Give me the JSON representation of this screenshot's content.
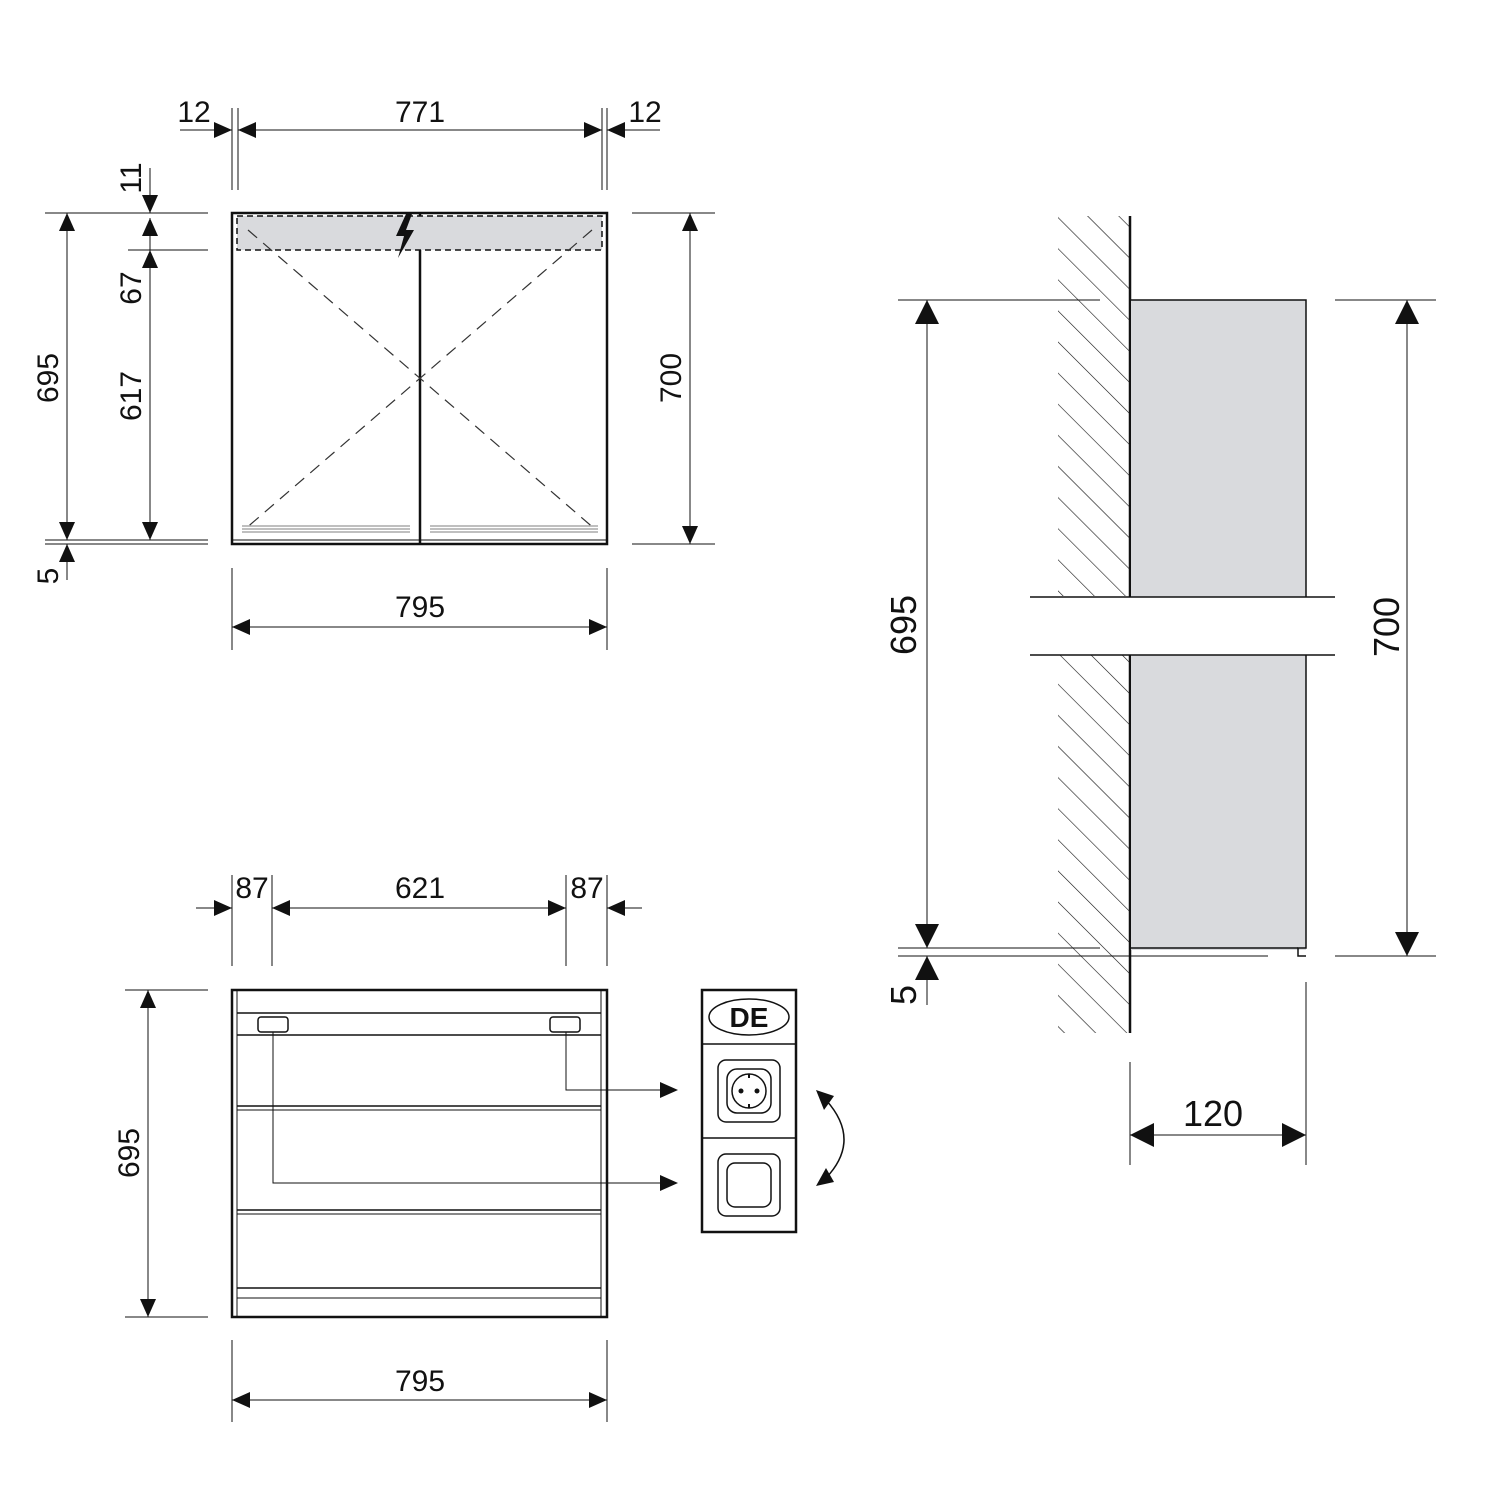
{
  "front_view": {
    "top_left_margin": "12",
    "inner_width": "771",
    "top_right_margin": "12",
    "top_offset": "11",
    "light_height": "67",
    "total_height_left": "695",
    "mirror_height": "617",
    "overall_height": "700",
    "bottom_offset": "5",
    "overall_width": "795"
  },
  "interior_view": {
    "left_margin": "87",
    "middle_width": "621",
    "right_margin": "87",
    "height": "695",
    "width": "795",
    "socket_label": "DE"
  },
  "side_view": {
    "height_left": "695",
    "height_right": "700",
    "bottom_offset": "5",
    "depth": "120"
  },
  "colors": {
    "line": "#111111",
    "panel_fill": "#d9dadd",
    "background": "#ffffff"
  }
}
